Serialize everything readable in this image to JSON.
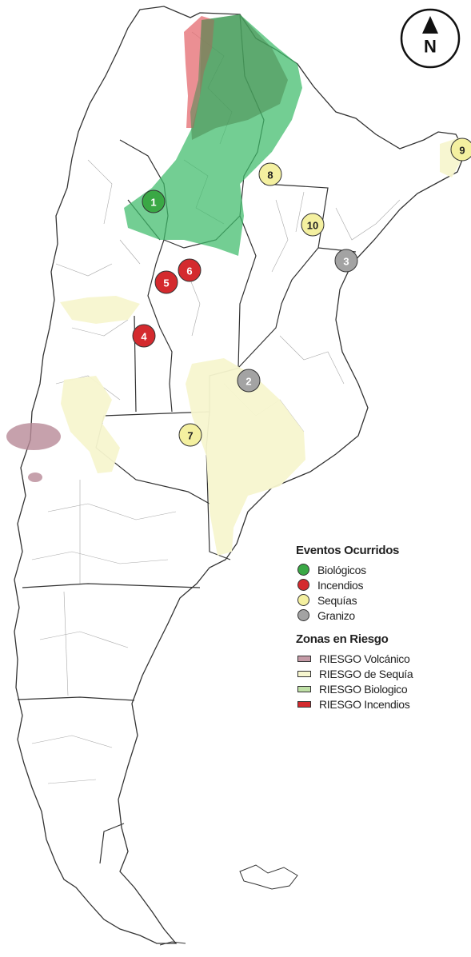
{
  "north_arrow": {
    "letter": "N"
  },
  "legend": {
    "events_title": "Eventos Ocurridos",
    "events": [
      {
        "label": "Biológicos",
        "color": "#3aa845"
      },
      {
        "label": "Incendios",
        "color": "#d42a2e"
      },
      {
        "label": "Sequías",
        "color": "#f4f0a0"
      },
      {
        "label": "Granizo",
        "color": "#a3a3a3"
      }
    ],
    "zones_title": "Zonas en Riesgo",
    "zones": [
      {
        "label": "RIESGO Volcánico",
        "color": "#c49aa6"
      },
      {
        "label": "RIESGO de Sequía",
        "color": "#f7f6cf"
      },
      {
        "label": "RIESGO Biologico",
        "color": "#bfe0a6"
      },
      {
        "label": "RIESGO Incendios",
        "color": "#d42a2e"
      }
    ]
  },
  "markers": [
    {
      "label": "1",
      "type": "biologico"
    },
    {
      "label": "2",
      "type": "granizo"
    },
    {
      "label": "3",
      "type": "granizo"
    },
    {
      "label": "4",
      "type": "incendio"
    },
    {
      "label": "5",
      "type": "incendio"
    },
    {
      "label": "6",
      "type": "incendio"
    },
    {
      "label": "7",
      "type": "sequia"
    },
    {
      "label": "8",
      "type": "sequia"
    },
    {
      "label": "9",
      "type": "sequia"
    },
    {
      "label": "10",
      "type": "sequia"
    }
  ],
  "colors": {
    "biologico": "#3aa845",
    "incendio": "#d42a2e",
    "sequia": "#f4f0a0",
    "granizo": "#a3a3a3",
    "land_fill": "#ffffff",
    "province_border": "#333333",
    "department_border": "#9a9a9a"
  }
}
